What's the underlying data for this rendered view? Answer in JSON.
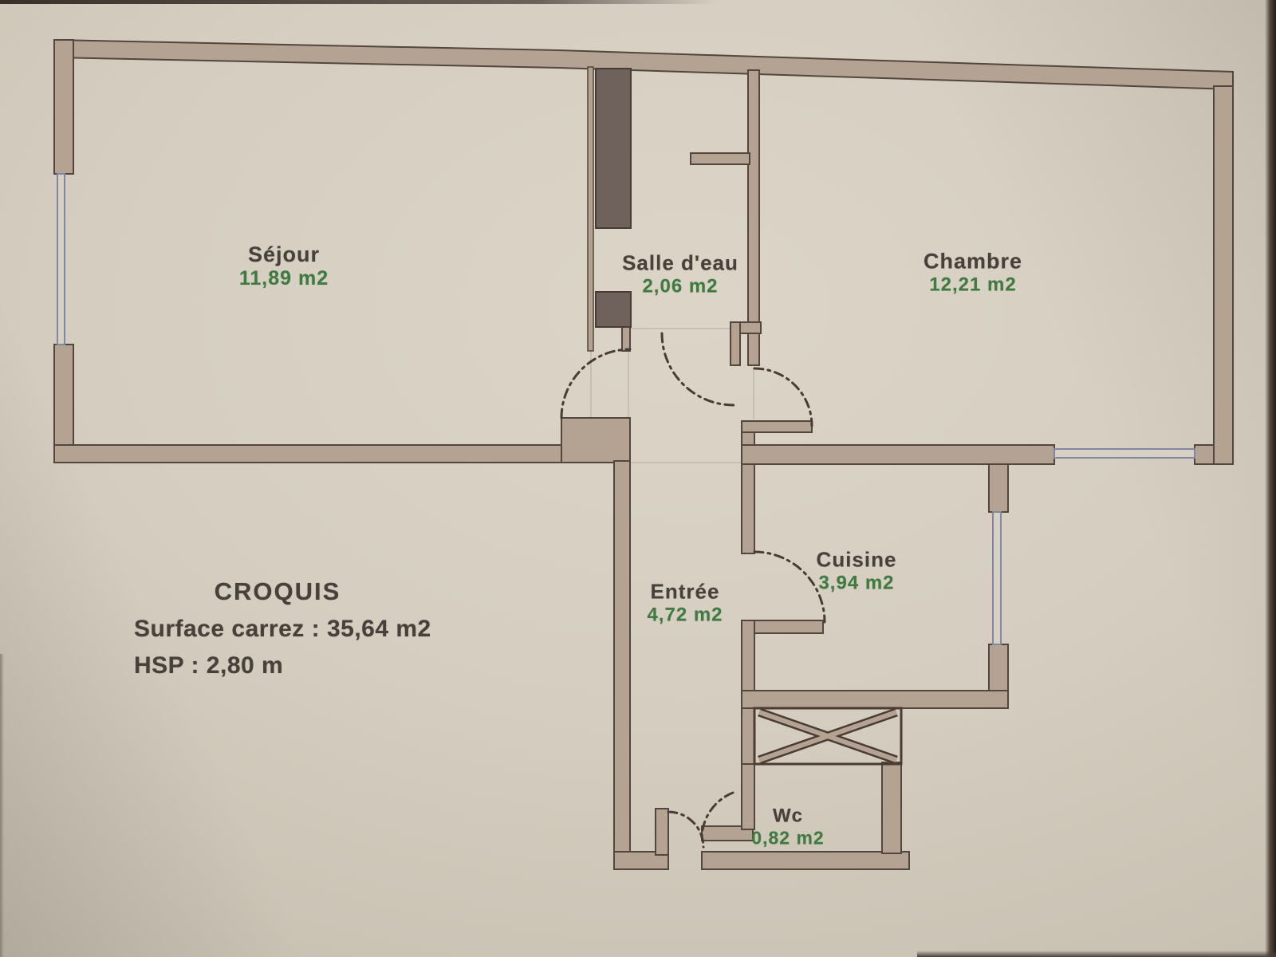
{
  "document": {
    "title": "CROQUIS",
    "surface_line": "Surface carrez : 35,64 m2",
    "hsp_line": "HSP : 2,80 m"
  },
  "rooms": [
    {
      "name": "Séjour",
      "area": "11,89 m2"
    },
    {
      "name": "Salle d'eau",
      "area": "2,06 m2"
    },
    {
      "name": "Chambre",
      "area": "12,21 m2"
    },
    {
      "name": "Entrée",
      "area": "4,72 m2"
    },
    {
      "name": "Cuisine",
      "area": "3,94 m2"
    },
    {
      "name": "Wc",
      "area": "0,82 m2"
    }
  ],
  "colors": {
    "paper": "#d5cec0",
    "wall_fill": "#b4a393",
    "wall_outline": "#53463c",
    "solid_wall_fill": "#6f615b",
    "window_blue": "#7f88a3",
    "room_name_text": "#46413a",
    "area_text_green": "#3e7a41"
  }
}
